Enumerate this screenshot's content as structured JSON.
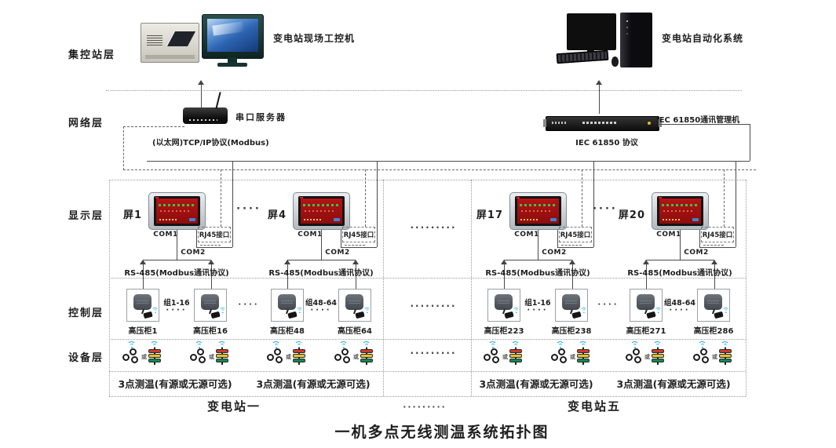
{
  "title": "一机多点无线测温系统拓扑图",
  "layer_labels": {
    "station": "集控站层",
    "network": "网络层",
    "display": "显示层",
    "control": "控制层",
    "device": "设备层"
  },
  "top": {
    "ipc_label": "变电站现场工控机",
    "automation_label": "变电站自动化系统"
  },
  "network": {
    "serial_server": "串口服务器",
    "tcpip": "(以太网)TCP/IP协议(Modbus)",
    "iec_manager": "IEC 61850通讯管理机",
    "iec_protocol": "IEC 61850 协议"
  },
  "com": {
    "com1": "COM1",
    "com2": "COM2",
    "rj45": "RJ45接口",
    "rs485": "RS-485(Modbus通讯协议)"
  },
  "stations": [
    {
      "name": "变电站一",
      "screens": [
        {
          "id": "屏1"
        },
        {
          "id": "屏4"
        }
      ],
      "groups": [
        "组1-16",
        "组48-64"
      ],
      "cabinets": [
        "高压柜1",
        "高压柜16",
        "高压柜48",
        "高压柜64"
      ],
      "note": "3点测温(有源或无源可选)"
    },
    {
      "name": "变电站五",
      "screens": [
        {
          "id": "屏17"
        },
        {
          "id": "屏20"
        }
      ],
      "groups": [
        "组1-16",
        "组48-64"
      ],
      "cabinets": [
        "高压柜223",
        "高压柜238",
        "高压柜271",
        "高压柜286"
      ],
      "note": "3点测温(有源或无源可选)"
    }
  ],
  "sensor": {
    "or": "或"
  },
  "ellipsis": {
    "short": "····",
    "long": "·········"
  },
  "colors": {
    "screen_red": "#a81111",
    "wifi_blue": "#29abe2",
    "line_gray": "#4a4a4a"
  }
}
